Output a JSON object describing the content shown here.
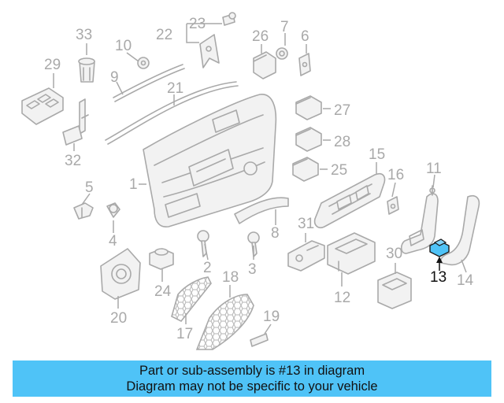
{
  "diagram": {
    "highlighted_part": "13",
    "callouts": [
      "1",
      "2",
      "3",
      "4",
      "5",
      "6",
      "7",
      "8",
      "9",
      "10",
      "11",
      "12",
      "13",
      "14",
      "15",
      "16",
      "17",
      "18",
      "19",
      "20",
      "21",
      "22",
      "23",
      "24",
      "25",
      "26",
      "27",
      "28",
      "29",
      "30",
      "31",
      "32",
      "33"
    ],
    "colors": {
      "parts": "#a9a9a9",
      "highlight_part": "#4fc3f7",
      "highlight_label": "#111111"
    }
  },
  "banner": {
    "line1": "Part or sub-assembly is #13 in diagram",
    "line2": "Diagram may not be specific to your vehicle",
    "background": "#4fc3f7"
  }
}
